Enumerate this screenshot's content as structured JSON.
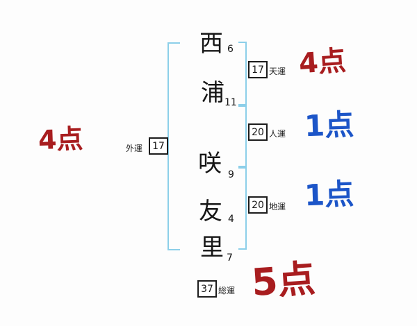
{
  "name_chars": [
    {
      "char": "西",
      "strokes": "6"
    },
    {
      "char": "浦",
      "strokes": "11"
    },
    {
      "char": "咲",
      "strokes": "9"
    },
    {
      "char": "友",
      "strokes": "4"
    },
    {
      "char": "里",
      "strokes": "7"
    }
  ],
  "fortunes": {
    "ten": {
      "value": "17",
      "label": "天運",
      "score": "4点"
    },
    "jin": {
      "value": "20",
      "label": "人運",
      "score": "1点"
    },
    "chi": {
      "value": "20",
      "label": "地運",
      "score": "1点"
    },
    "gai": {
      "value": "17",
      "label": "外運",
      "score": "4点"
    },
    "sou": {
      "value": "37",
      "label": "総運",
      "score": "5点"
    }
  },
  "colors": {
    "score_red": "#a81d1f",
    "score_blue": "#1c55c8",
    "bracket_blue": "#8ccfe9",
    "ink": "#161616"
  }
}
